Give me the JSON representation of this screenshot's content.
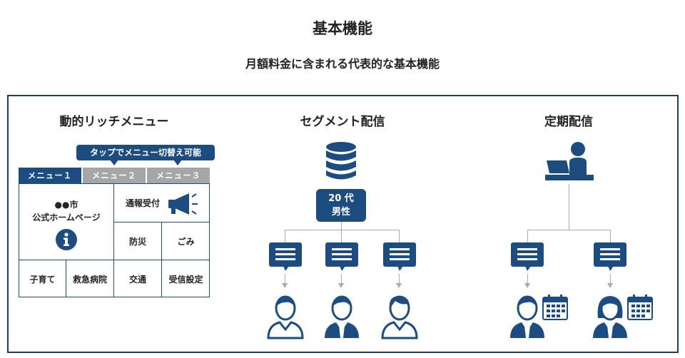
{
  "title": "基本機能",
  "subtitle": "月額料金に含まれる代表的な基本機能",
  "colors": {
    "navy": "#1d4d80",
    "frame": "#1c3d66",
    "tab_inactive": "#a6a6a6",
    "connector": "#aaaaaa"
  },
  "rich_menu": {
    "title": "動的リッチメニュー",
    "tooltip": "タップでメニュー切替え可能",
    "tabs": [
      "メニュー１",
      "メニュー２",
      "メニュー３"
    ],
    "city_name": "●●市",
    "homepage": "公式ホームページ",
    "report": "通報受付",
    "disaster": "防災",
    "garbage": "ごみ",
    "childcare": "子育て",
    "emergency_hospital": "救急病院",
    "transport": "交通",
    "settings": "受信設定",
    "icons": [
      "info-icon",
      "megaphone-icon"
    ]
  },
  "segment": {
    "title": "セグメント配信",
    "tag_line1": "20 代",
    "tag_line2": "男性",
    "icons": [
      "database-icon",
      "message-icon",
      "person-icon"
    ]
  },
  "scheduled": {
    "title": "定期配信",
    "icons": [
      "operator-laptop-icon",
      "message-icon",
      "person-icon",
      "calendar-icon"
    ]
  }
}
